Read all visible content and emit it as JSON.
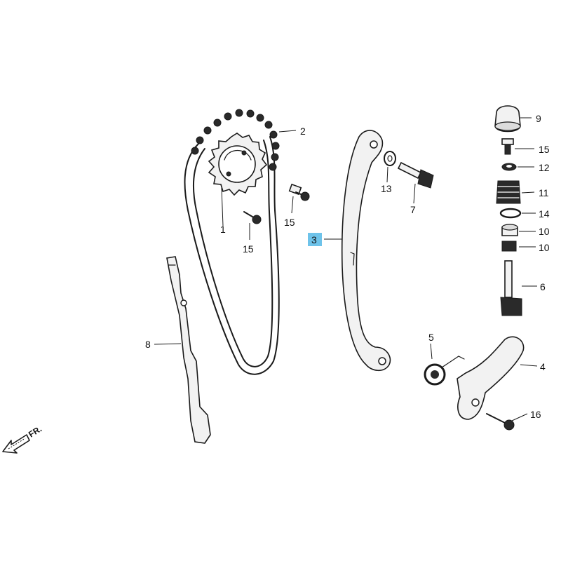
{
  "labels": {
    "p1": "1",
    "p2": "2",
    "p3": "3",
    "p4": "4",
    "p5": "5",
    "p6": "6",
    "p7": "7",
    "p8": "8",
    "p9": "9",
    "p10a": "10",
    "p10b": "10",
    "p11": "11",
    "p12": "12",
    "p13": "13",
    "p14": "14",
    "p15a": "15",
    "p15b": "15",
    "p15c": "15",
    "p16": "16",
    "front": "FR."
  },
  "colors": {
    "highlight": "#6ec3ea",
    "ink": "#1a1a1a"
  },
  "highlighted_part": "3"
}
